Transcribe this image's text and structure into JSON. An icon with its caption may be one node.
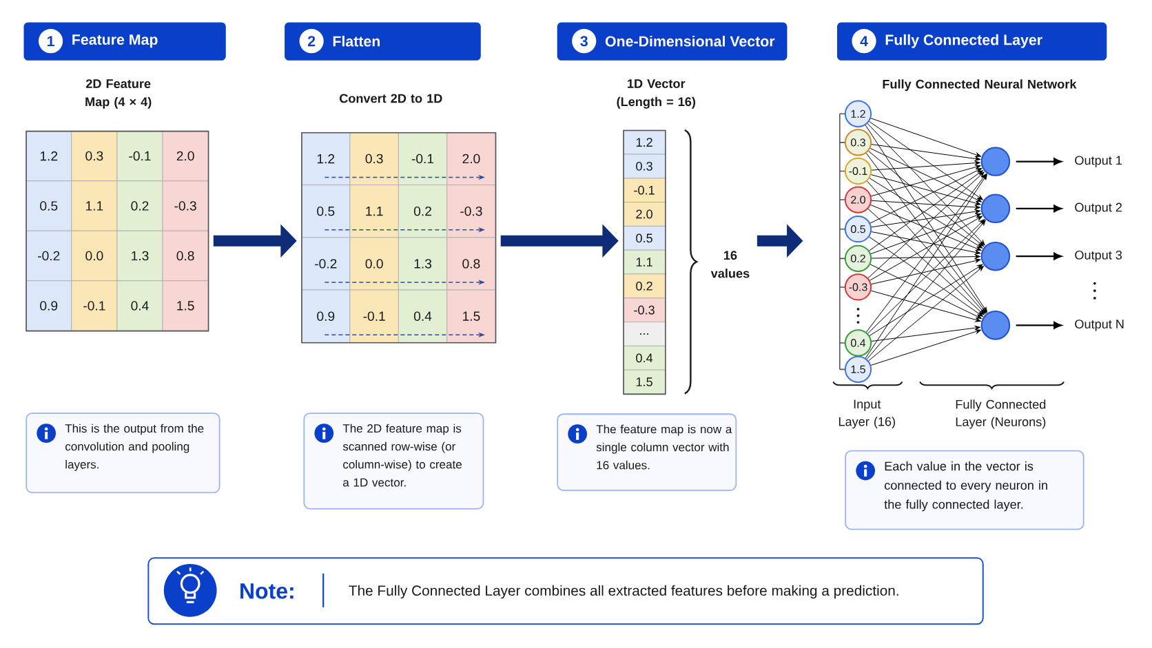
{
  "diagram": {
    "nodes": [
      {
        "text": [
          "1",
          "Feature Map"
        ]
      },
      {
        "text": [
          "2",
          "Flatten"
        ]
      },
      {
        "text": [
          "3",
          "One-Dimensional Vector"
        ]
      },
      {
        "text": [
          "4",
          "Fully Connected Layer"
        ]
      },
      {
        "text": [
          "2D Feature Map (4 × 4)",
          "1.2",
          "0.3",
          "-0.1",
          "2.0",
          "0.5",
          "1.1",
          "0.2",
          "-0.3",
          "-0.2",
          "0.0",
          "1.3",
          "0.8",
          "0.9",
          "-0.1",
          "0.4",
          "1.5"
        ]
      },
      {
        "text": [
          "Convert 2D to 1D",
          "1.2",
          "0.3",
          "-0.1",
          "2.0",
          "0.5",
          "1.1",
          "0.2",
          "-0.3",
          "-0.2",
          "0.0",
          "1.3",
          "0.8",
          "0.9",
          "-0.1",
          "0.4",
          "1.5"
        ]
      },
      {
        "text": [
          "1D Vector (Length = 16)",
          "1.2",
          "0.3",
          "-0.1",
          "2.0",
          "0.5",
          "1.1",
          "0.2",
          "-0.3",
          "...",
          "0.4",
          "1.5"
        ],
        "beside": [
          "16 values"
        ]
      },
      {
        "text": [
          "1.2"
        ]
      },
      {
        "text": [
          "0.3"
        ]
      },
      {
        "text": [
          "-0.1"
        ]
      },
      {
        "text": [
          "2.0"
        ]
      },
      {
        "text": [
          "0.5"
        ]
      },
      {
        "text": [
          "0.2"
        ]
      },
      {
        "text": [
          "-0.3"
        ]
      },
      {
        "text": [
          "0.4"
        ]
      },
      {
        "text": [
          "1.5"
        ]
      },
      {
        "text": [],
        "shape": "circle"
      },
      {
        "text": [],
        "shape": "circle"
      },
      {
        "text": [],
        "shape": "circle"
      },
      {
        "text": [],
        "shape": "circle"
      },
      {
        "text": [
          "Output 1"
        ]
      },
      {
        "text": [
          "Output 2"
        ]
      },
      {
        "text": [
          "Output 3"
        ]
      },
      {
        "text": [
          "Output N"
        ]
      },
      {
        "text": [
          "This is the output from the convolution and pooling layers."
        ]
      },
      {
        "text": [
          "The 2D feature map is scanned row-wise (or column-wise) to create a 1D vector."
        ]
      },
      {
        "text": [
          "The feature map is now a single column vector with 16 values."
        ]
      },
      {
        "text": [
          "Each value in the vector is connected to every neuron in the fully connected layer."
        ]
      },
      {
        "text": [
          "Note:",
          "The Fully Connected Layer combines all extracted features before making a prediction."
        ]
      }
    ],
    "edges": [
      {
        "from": 4,
        "to": 5,
        "arrow": "to",
        "style": "thick",
        "color": "#0f2c78"
      },
      {
        "from": 5,
        "to": 6,
        "arrow": "to",
        "style": "thick",
        "color": "#0f2c78"
      },
      {
        "from": 6,
        "to": null,
        "arrow": "to",
        "style": "thick",
        "color": "#0f2c78"
      },
      {
        "from": 7,
        "to": 16,
        "arrow": "to"
      },
      {
        "from": 7,
        "to": 17,
        "arrow": "to"
      },
      {
        "from": 7,
        "to": 18,
        "arrow": "to"
      },
      {
        "from": 7,
        "to": 19,
        "arrow": "to"
      },
      {
        "from": 8,
        "to": 16,
        "arrow": "to"
      },
      {
        "from": 8,
        "to": 17,
        "arrow": "to"
      },
      {
        "from": 8,
        "to": 18,
        "arrow": "to"
      },
      {
        "from": 8,
        "to": 19,
        "arrow": "to"
      },
      {
        "from": 9,
        "to": 16,
        "arrow": "to"
      },
      {
        "from": 9,
        "to": 17,
        "arrow": "to"
      },
      {
        "from": 9,
        "to": 18,
        "arrow": "to"
      },
      {
        "from": 9,
        "to": 19,
        "arrow": "to"
      },
      {
        "from": 10,
        "to": 16,
        "arrow": "to"
      },
      {
        "from": 10,
        "to": 17,
        "arrow": "to"
      },
      {
        "from": 10,
        "to": 18,
        "arrow": "to"
      },
      {
        "from": 10,
        "to": 19,
        "arrow": "to"
      },
      {
        "from": 11,
        "to": 16,
        "arrow": "to"
      },
      {
        "from": 11,
        "to": 17,
        "arrow": "to"
      },
      {
        "from": 11,
        "to": 18,
        "arrow": "to"
      },
      {
        "from": 11,
        "to": 19,
        "arrow": "to"
      },
      {
        "from": 12,
        "to": 16,
        "arrow": "to"
      },
      {
        "from": 12,
        "to": 17,
        "arrow": "to"
      },
      {
        "from": 12,
        "to": 18,
        "arrow": "to"
      },
      {
        "from": 12,
        "to": 19,
        "arrow": "to"
      },
      {
        "from": 13,
        "to": 16,
        "arrow": "to"
      },
      {
        "from": 13,
        "to": 17,
        "arrow": "to"
      },
      {
        "from": 13,
        "to": 18,
        "arrow": "to"
      },
      {
        "from": 13,
        "to": 19,
        "arrow": "to"
      },
      {
        "from": 14,
        "to": 16,
        "arrow": "to"
      },
      {
        "from": 14,
        "to": 17,
        "arrow": "to"
      },
      {
        "from": 14,
        "to": 18,
        "arrow": "to"
      },
      {
        "from": 14,
        "to": 19,
        "arrow": "to"
      },
      {
        "from": 15,
        "to": 16,
        "arrow": "to"
      },
      {
        "from": 15,
        "to": 17,
        "arrow": "to"
      },
      {
        "from": 15,
        "to": 18,
        "arrow": "to"
      },
      {
        "from": 15,
        "to": 19,
        "arrow": "to"
      },
      {
        "from": 16,
        "to": 20,
        "arrow": "to"
      },
      {
        "from": 17,
        "to": 21,
        "arrow": "to"
      },
      {
        "from": 18,
        "to": 22,
        "arrow": "to"
      },
      {
        "from": 19,
        "to": 23,
        "arrow": "to"
      }
    ],
    "labels": [
      "Fully Connected Neural Network",
      "Input Layer (16)",
      "Fully Connected Layer (Neurons)"
    ]
  }
}
